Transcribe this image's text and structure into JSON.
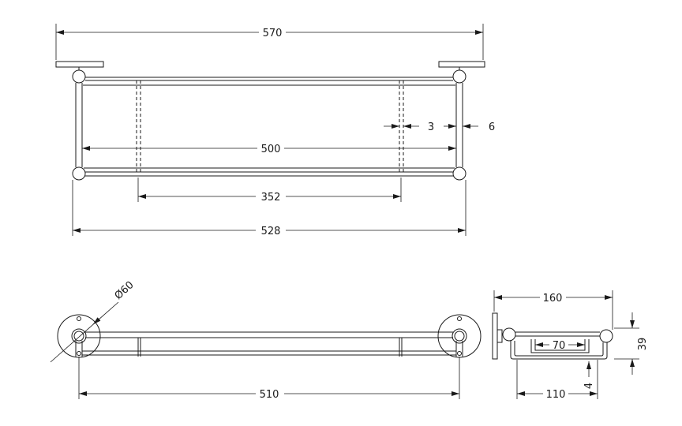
{
  "dimensions": {
    "overall_width": "570",
    "clear_span": "500",
    "dash_spacing": "352",
    "bar_span": "528",
    "gap_small": "3",
    "rail_diameter": "6",
    "base_diameter": "Ø60",
    "fixing_centres": "510",
    "depth": "160",
    "height": "39",
    "tray_inner": "70",
    "tray_depth": "110",
    "tray_lip": "4"
  }
}
